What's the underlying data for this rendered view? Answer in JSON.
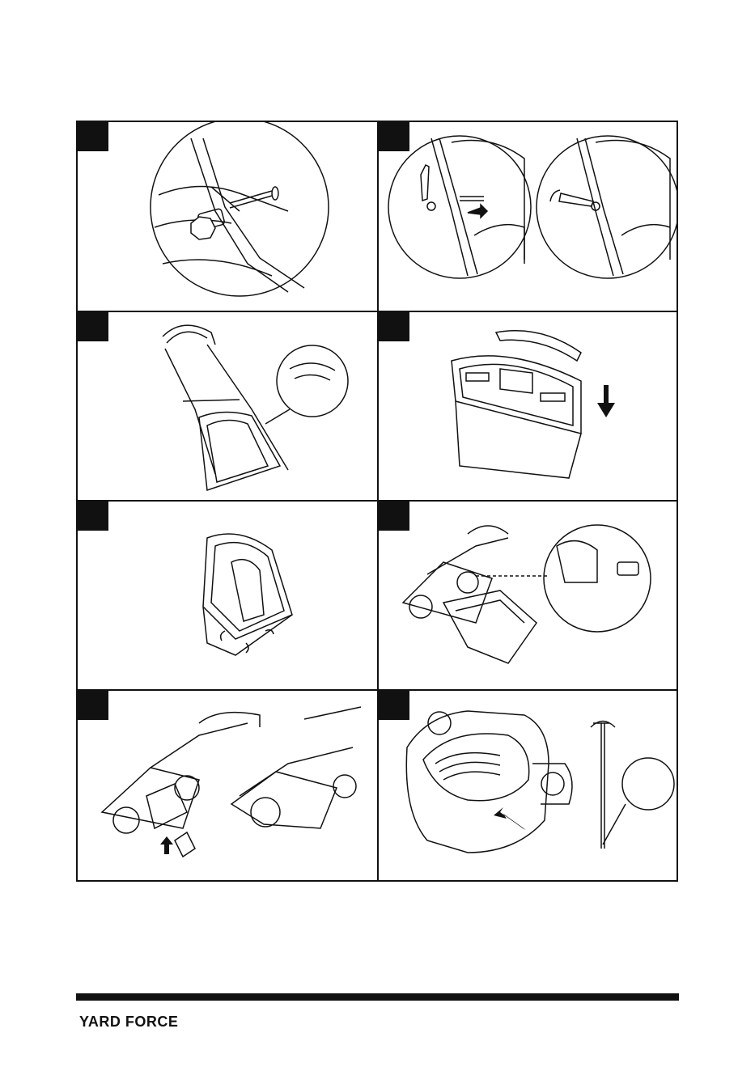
{
  "brand": {
    "logo_text": "YARD FORCE"
  },
  "panels": [
    {
      "position": "row1-left",
      "figure": "handle-bolt-knob-detail"
    },
    {
      "position": "row1-right",
      "figure": "quick-release-lever-detail"
    },
    {
      "position": "row2-left",
      "figure": "mower-handle-cable-clip"
    },
    {
      "position": "row2-right",
      "figure": "grass-box-lid-assembly"
    },
    {
      "position": "row3-left",
      "figure": "grass-box-clips"
    },
    {
      "position": "row3-right",
      "figure": "grass-box-attach-detail"
    },
    {
      "position": "row4-left",
      "figure": "mulch-plug-insert"
    },
    {
      "position": "row4-right",
      "figure": "engine-oil-dipstick"
    }
  ],
  "colors": {
    "ink": "#111111",
    "background": "#ffffff"
  }
}
